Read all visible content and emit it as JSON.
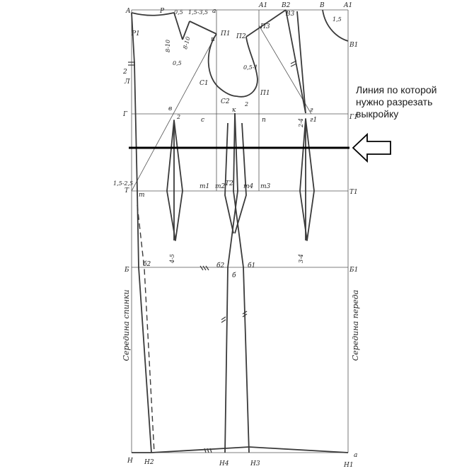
{
  "annotation": {
    "lines": [
      "Линия по которой",
      "нужно разрезать",
      "выкройку"
    ]
  },
  "side_labels": {
    "back": "Середина спинки",
    "front": "Середина переда"
  },
  "point_labels": {
    "A": "A",
    "P": "P",
    "r1": "0,5",
    "r2": "1,5-3,5",
    "a": "a",
    "A1": "A1",
    "B2": "B2",
    "B": "B",
    "A1r": "A1",
    "P1": "P1",
    "d1": "8-10",
    "d2": "8-10",
    "half1": "0,5",
    "P2l": "П1",
    "P2": "П2",
    "P3": "П3",
    "B3": "B3",
    "v15": "1,5",
    "B1": "B1",
    "n": "n",
    "half2": "0,5-1",
    "m2": "2",
    "L": "Л",
    "C1": "C1",
    "C2": "C2",
    "P1b": "П1",
    "c2": "2",
    "G": "Г",
    "v": "в",
    "g2": "2",
    "c": "c",
    "k": "к",
    "p": "п",
    "g": "г",
    "g24": "2-4",
    "g1": "г1",
    "G1": "Г1",
    "t1525": "1,5-2,5",
    "T": "T",
    "t": "т",
    "t1": "т1",
    "t2": "т2",
    "T2": "Т2",
    "t4": "т4",
    "t3": "т3",
    "T1": "Т1",
    "v45": "4-5",
    "v34": "3-4",
    "B_left": "Б",
    "b2": "б2",
    "b2b": "б2",
    "b1": "б1",
    "b": "б",
    "B1r": "Б1",
    "H": "H",
    "H2": "H2",
    "H4": "H4",
    "H3": "H3",
    "H1": "H1",
    "a_bottom": "a"
  },
  "colors": {
    "line": "#3a3a3a",
    "cut_line": "#000000"
  }
}
